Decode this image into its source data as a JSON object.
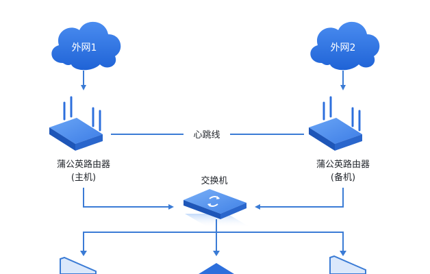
{
  "clouds": {
    "left": {
      "label": "外网1"
    },
    "right": {
      "label": "外网2"
    }
  },
  "routers": {
    "primary": {
      "name": "蒲公英路由器",
      "role": "(主机)"
    },
    "backup": {
      "name": "蒲公英路由器",
      "role": "(备机)"
    }
  },
  "links": {
    "heartbeat": "心跳线"
  },
  "switch": {
    "label": "交换机"
  },
  "colors": {
    "line": "#3a7bd5",
    "cloud": "#2a74e0",
    "device": "#2d6fdc",
    "device_top": "#5b98ef",
    "text": "#1f2329"
  }
}
